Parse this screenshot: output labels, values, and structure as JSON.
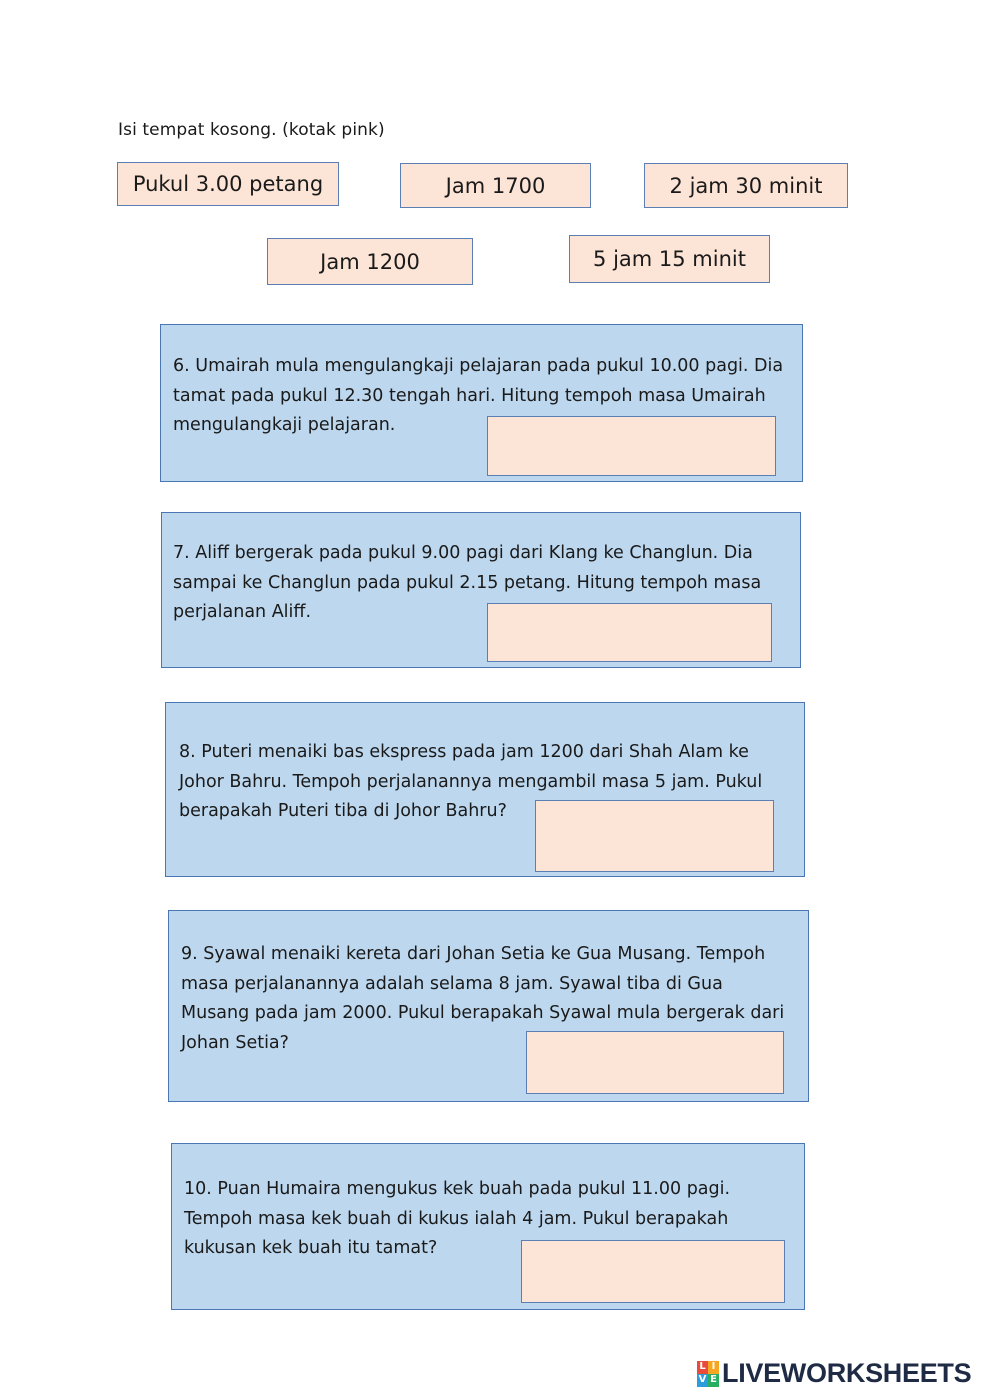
{
  "instruction": "Isi tempat kosong. (kotak pink)",
  "chips": [
    "Pukul 3.00 petang",
    "Jam 1700",
    "2 jam 30 minit",
    "Jam 1200",
    "5 jam 15 minit"
  ],
  "questions": [
    "6. Umairah mula mengulangkaji pelajaran pada pukul 10.00 pagi.  Dia\ntamat pada pukul 12.30 tengah hari.  Hitung tempoh masa Umairah\nmengulangkaji pelajaran.",
    "7. Aliff bergerak pada pukul 9.00 pagi dari Klang ke Changlun.  Dia\nsampai ke Changlun pada pukul 2.15 petang.  Hitung tempoh masa\nperjalanan Aliff.",
    "8. Puteri menaiki bas ekspress pada jam 1200 dari Shah Alam ke\nJohor Bahru.  Tempoh perjalanannya mengambil masa 5 jam.  Pukul\nberapakah Puteri tiba di Johor Bahru?",
    "9. Syawal menaiki kereta dari Johan Setia ke Gua Musang.  Tempoh\nmasa perjalanannya adalah selama 8 jam.  Syawal  tiba di Gua\nMusang pada jam 2000. Pukul berapakah Syawal mula bergerak dari\nJohan Setia?",
    "10. Puan Humaira mengukus kek buah pada pukul 11.00 pagi.\nTempoh masa kek buah di kukus ialah 4 jam.  Pukul berapakah\nkukusan kek buah itu tamat?"
  ],
  "logo": {
    "mark": [
      "L",
      "I",
      "V",
      "E"
    ],
    "text": "LIVEWORKSHEETS",
    "colors": [
      "#e84c3d",
      "#f5a623",
      "#2d9cdb",
      "#27ae60"
    ]
  }
}
